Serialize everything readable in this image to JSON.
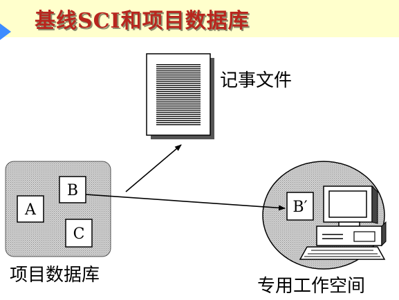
{
  "title": "基线SCI和项目数据库",
  "document_label": "记事文件",
  "database_label": "项目数据库",
  "workspace_label": "专用工作空间",
  "items": {
    "a": "A",
    "b": "B",
    "c": "C",
    "b_prime": "B′"
  },
  "colors": {
    "banner_bg": "#ffffcc",
    "title_red": "#b8261e",
    "accent_blue": "#3d8cff",
    "region_gray": "#c8c8c8"
  }
}
